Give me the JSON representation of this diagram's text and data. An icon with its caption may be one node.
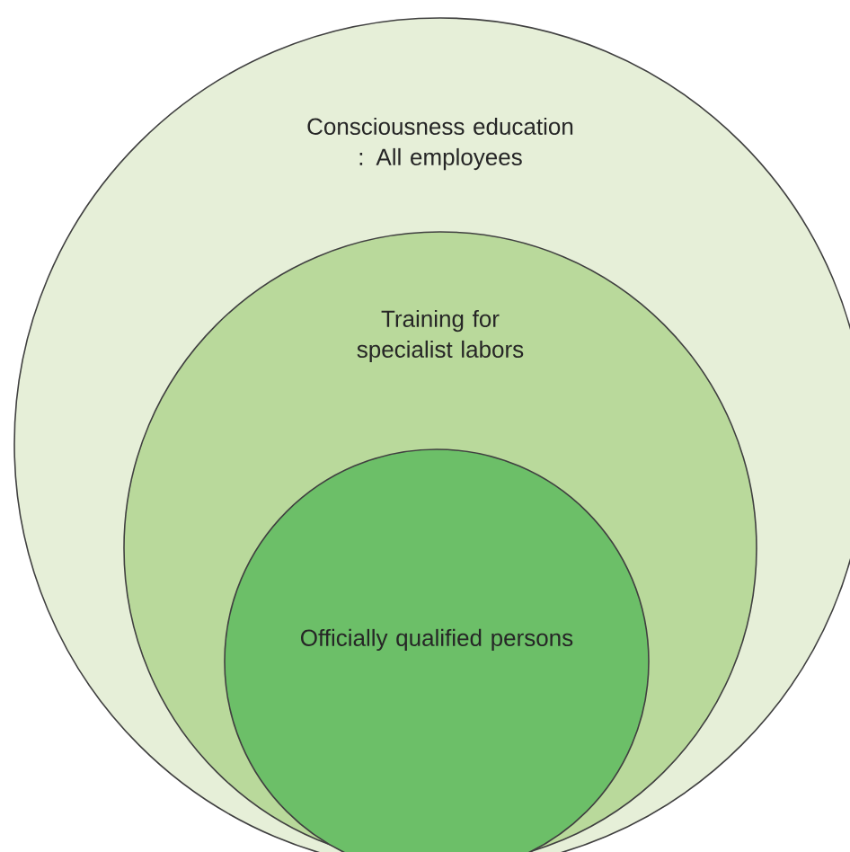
{
  "diagram": {
    "nodes": [
      {
        "text": [
          "Consciousness education : All employees"
        ]
      },
      {
        "text": [
          "Training for specialist labors"
        ],
        "in": 0
      },
      {
        "text": [
          "Officially qualified persons"
        ],
        "in": 1
      }
    ]
  }
}
